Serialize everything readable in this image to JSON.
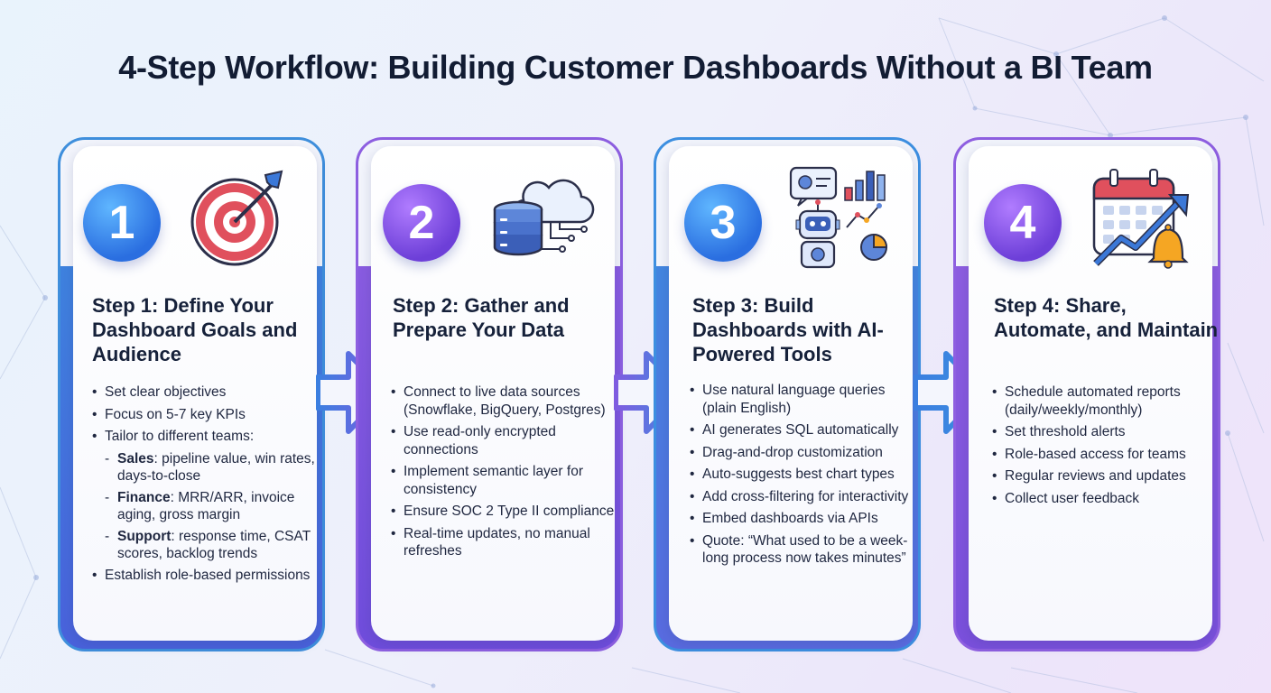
{
  "title": "4-Step Workflow: Building Customer Dashboards Without a BI Team",
  "steps": [
    {
      "number": "1",
      "title": "Step 1: Define Your Dashboard Goals and Audience",
      "icon": "target-arrow-icon",
      "bullets": [
        {
          "text": "Set clear objectives"
        },
        {
          "text": "Focus on 5-7 key KPIs"
        },
        {
          "text": "Tailor to different teams:"
        },
        {
          "sub": true,
          "bold": "Sales",
          "text": ": pipeline value, win rates, days-to-close"
        },
        {
          "sub": true,
          "bold": "Finance",
          "text": ": MRR/ARR, invoice aging, gross margin"
        },
        {
          "sub": true,
          "bold": "Support",
          "text": ": response time, CSAT scores, backlog trends"
        },
        {
          "text": "Establish role-based permissions"
        }
      ]
    },
    {
      "number": "2",
      "title": "Step 2: Gather and Prepare Your Data",
      "icon": "cloud-database-icon",
      "bullets": [
        {
          "text": "Connect to live data sources (Snowflake, BigQuery, Postgres)"
        },
        {
          "text": "Use read-only encrypted connections"
        },
        {
          "text": "Implement semantic layer for consistency"
        },
        {
          "text": "Ensure SOC 2 Type II compliance"
        },
        {
          "text": "Real-time updates, no manual refreshes"
        }
      ]
    },
    {
      "number": "3",
      "title": "Step 3: Build Dashboards with AI-Powered Tools",
      "icon": "robot-charts-icon",
      "bullets": [
        {
          "text": "Use natural language queries (plain English)"
        },
        {
          "text": "AI generates SQL automatically"
        },
        {
          "text": "Drag-and-drop customization"
        },
        {
          "text": "Auto-suggests best chart types"
        },
        {
          "text": "Add cross-filtering for interactivity"
        },
        {
          "text": "Embed dashboards via APIs"
        },
        {
          "text": "Quote: “What used to be a week-long process now takes minutes”"
        }
      ]
    },
    {
      "number": "4",
      "title": "Step 4: Share, Automate, and Maintain",
      "icon": "calendar-trend-bell-icon",
      "bullets": [
        {
          "text": "Schedule automated reports (daily/weekly/monthly)"
        },
        {
          "text": "Set threshold alerts"
        },
        {
          "text": "Role-based access for teams"
        },
        {
          "text": "Regular reviews and updates"
        },
        {
          "text": "Collect user feedback"
        }
      ]
    }
  ],
  "colors": {
    "blue": "#3b8de0",
    "purple": "#8a5ce0",
    "title": "#121c33",
    "target_red": "#e0505d",
    "bell_orange": "#f5a623"
  }
}
